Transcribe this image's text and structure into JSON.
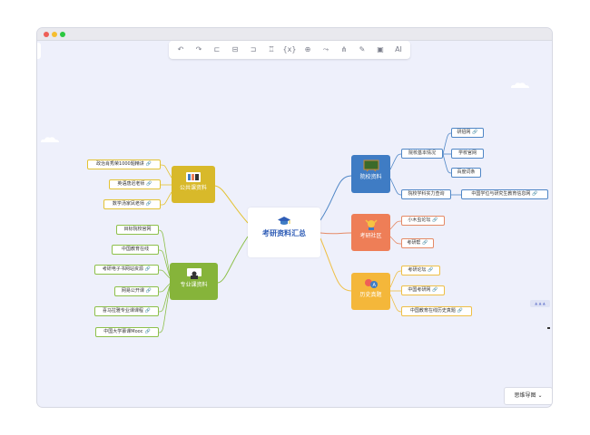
{
  "window": {
    "colors": {
      "background": "#eef0fb",
      "titlebar": "#e9e9ee"
    }
  },
  "toolbar": {
    "icons": [
      {
        "name": "undo-icon",
        "glyph": "↶"
      },
      {
        "name": "redo-icon",
        "glyph": "↷"
      },
      {
        "name": "child-topic-icon",
        "glyph": "⊏"
      },
      {
        "name": "sibling-topic-icon",
        "glyph": "⊟"
      },
      {
        "name": "subtopic-icon",
        "glyph": "⊐"
      },
      {
        "name": "format-painter-icon",
        "glyph": "♖"
      },
      {
        "name": "formula-icon",
        "glyph": "{x}"
      },
      {
        "name": "add-icon",
        "glyph": "⊕"
      },
      {
        "name": "relation-icon",
        "glyph": "⤳"
      },
      {
        "name": "summary-icon",
        "glyph": "⋔"
      },
      {
        "name": "marker-icon",
        "glyph": "✎"
      },
      {
        "name": "frame-icon",
        "glyph": "▣"
      },
      {
        "name": "ai-icon",
        "glyph": "AI"
      }
    ]
  },
  "mindmap": {
    "center": {
      "label": "考研资料汇总",
      "icon": "graduation-cap-icon"
    },
    "branches": {
      "public": {
        "label": "公共课资料",
        "color": "#d8b92a",
        "icon": "books-icon",
        "children": [
          {
            "label": "政治肖秀荣1000题精讲"
          },
          {
            "label": "英语唐迟老师"
          },
          {
            "label": "数学汤家凤老师"
          }
        ]
      },
      "major": {
        "label": "专业课资料",
        "color": "#86b43a",
        "icon": "teacher-icon",
        "children": [
          {
            "label": "目标院校官网"
          },
          {
            "label": "中国教育在线"
          },
          {
            "label": "考研电子书网站资源"
          },
          {
            "label": "网易公开课"
          },
          {
            "label": "喜马拉雅专业课课程"
          },
          {
            "label": "中国大学慕课Mooc"
          }
        ]
      },
      "school": {
        "label": "院校资料",
        "color": "#3f7cc4",
        "icon": "blackboard-icon",
        "children": [
          {
            "label": "院校基本情况",
            "children": [
              {
                "label": "研招网"
              },
              {
                "label": "学校官网"
              },
              {
                "label": "百度词条"
              }
            ]
          },
          {
            "label": "院校学科实力查询",
            "children": [
              {
                "label": "中国学位与研究生教育信息网"
              }
            ]
          }
        ]
      },
      "community": {
        "label": "考研社区",
        "color": "#ee7e57",
        "icon": "cheer-icon",
        "children": [
          {
            "label": "小木虫论坛"
          },
          {
            "label": "考研帮"
          }
        ]
      },
      "history": {
        "label": "历史真题",
        "color": "#f4b73a",
        "icon": "exam-icon",
        "children": [
          {
            "label": "考研论坛"
          },
          {
            "label": "中国考研网"
          },
          {
            "label": "中国教育在线历史真题"
          }
        ]
      }
    }
  },
  "footer": {
    "mode_label": "思维导图",
    "mode_chevron": "⌄"
  },
  "minimap": {
    "label": "▲ ▲ ▲"
  }
}
